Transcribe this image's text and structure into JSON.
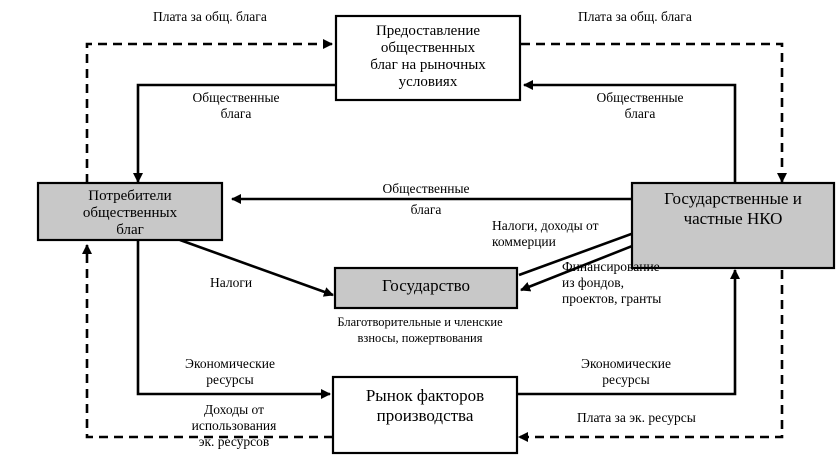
{
  "boxes": {
    "provision": [
      "Предоставление",
      "общественных",
      "благ на рыночных",
      "условиях"
    ],
    "consumers": [
      "Потребители",
      "общественных",
      "благ"
    ],
    "ngo": [
      "Государственные и",
      "частные НКО"
    ],
    "state": [
      "Государство"
    ],
    "factor_market": [
      "Рынок факторов",
      "производства"
    ]
  },
  "labels": {
    "pay_public_left": "Плата за общ. блага",
    "pay_public_right": "Плата за общ. блага",
    "public_goods_left": [
      "Общественные",
      "блага"
    ],
    "public_goods_right": [
      "Общественные",
      "блага"
    ],
    "public_goods_mid": [
      "Общественные",
      "блага"
    ],
    "taxes": "Налоги",
    "taxes_income": [
      "Налоги, доходы от",
      "коммерции"
    ],
    "financing": [
      "Финансирование",
      "из фондов,",
      "проектов, гранты"
    ],
    "donations": [
      "Благотворительные и членские",
      "взносы, пожертвования"
    ],
    "econ_res_left": [
      "Экономические",
      "ресурсы"
    ],
    "econ_res_right": [
      "Экономические",
      "ресурсы"
    ],
    "income_res": [
      "Доходы от",
      "использования",
      "эк. ресурсов"
    ],
    "pay_econ": "Плата за эк. ресурсы"
  }
}
